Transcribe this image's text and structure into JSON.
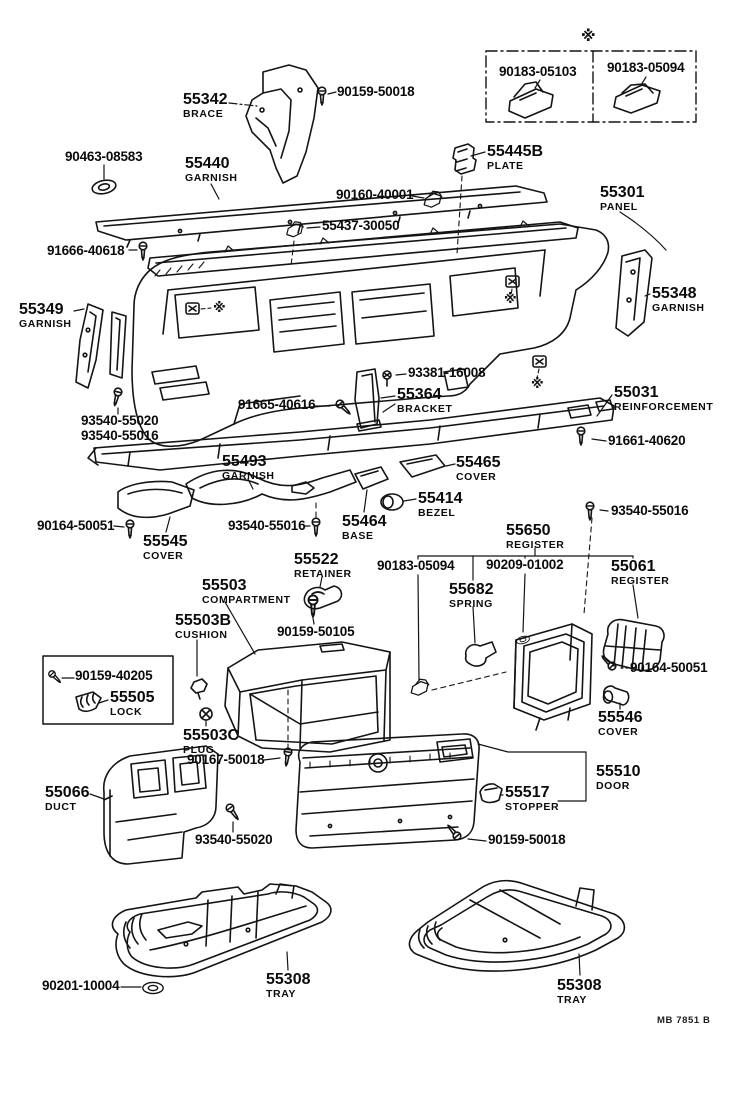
{
  "doc": {
    "type": "exploded-parts-diagram",
    "subject": "instrument panel and glove compartment",
    "footer_code": "MB 7851 B",
    "reference_mark": "※",
    "ink_color": "#141414",
    "paper_color": "#ffffff"
  },
  "labels": [
    {
      "part": "90183-05103"
    },
    {
      "part": "90183-05094"
    },
    {
      "part": "55342",
      "name": "BRACE"
    },
    {
      "part": "90159-50018"
    },
    {
      "part": "90463-08583"
    },
    {
      "part": "55440",
      "name": "GARNISH"
    },
    {
      "part": "90160-40001"
    },
    {
      "part": "55445B",
      "name": "PLATE"
    },
    {
      "part": "55301",
      "name": "PANEL"
    },
    {
      "part": "55437-30050"
    },
    {
      "part": "91666-40618"
    },
    {
      "part": "55349",
      "name": "GARNISH"
    },
    {
      "part": "55348",
      "name": "GARNISH"
    },
    {
      "part": "93540-55020",
      "part2": "93540-55016"
    },
    {
      "part": "93381-16008"
    },
    {
      "part": "55364",
      "name": "BRACKET"
    },
    {
      "part": "91665-40616"
    },
    {
      "part": "55031",
      "name": "REINFORCEMENT"
    },
    {
      "part": "91661-40620"
    },
    {
      "part": "55493",
      "name": "GARNISH"
    },
    {
      "part": "55465",
      "name": "COVER"
    },
    {
      "part": "55414",
      "name": "BEZEL"
    },
    {
      "part": "55464",
      "name": "BASE"
    },
    {
      "part": "90164-50051"
    },
    {
      "part": "55545",
      "name": "COVER"
    },
    {
      "part": "93540-55016"
    },
    {
      "part": "93540-55016"
    },
    {
      "part": "55522",
      "name": "RETAINER"
    },
    {
      "part": "55650",
      "name": "REGISTER"
    },
    {
      "part": "90183-05094"
    },
    {
      "part": "90209-01002"
    },
    {
      "part": "55682",
      "name": "SPRING"
    },
    {
      "part": "55061",
      "name": "REGISTER"
    },
    {
      "part": "55503",
      "name": "COMPARTMENT"
    },
    {
      "part": "55503B",
      "name": "CUSHION"
    },
    {
      "part": "90159-50105"
    },
    {
      "part": "90159-40205"
    },
    {
      "part": "55505",
      "name": "LOCK"
    },
    {
      "part": "55503C",
      "name": "PLUG"
    },
    {
      "part": "90167-50018"
    },
    {
      "part": "90164-50051"
    },
    {
      "part": "55546",
      "name": "COVER"
    },
    {
      "part": "55510",
      "name": "DOOR"
    },
    {
      "part": "55517",
      "name": "STOPPER"
    },
    {
      "part": "90159-50018"
    },
    {
      "part": "55066",
      "name": "DUCT"
    },
    {
      "part": "93540-55020"
    },
    {
      "part": "90201-10004"
    },
    {
      "part": "55308",
      "name": "TRAY"
    },
    {
      "part": "55308",
      "name": "TRAY"
    }
  ]
}
